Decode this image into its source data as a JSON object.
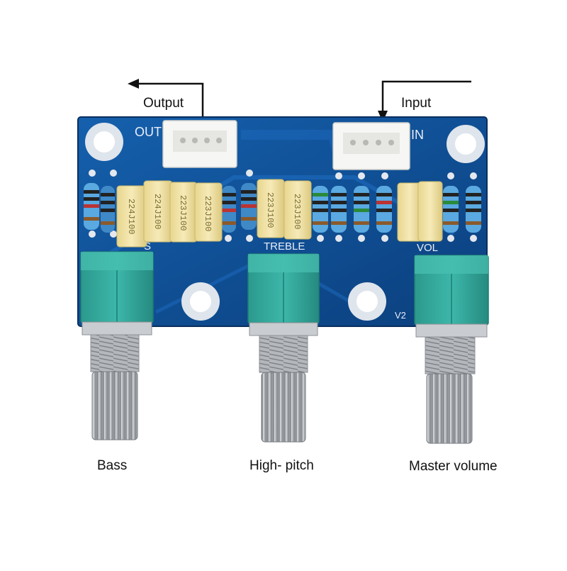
{
  "annotations": {
    "output": "Output",
    "input": "Input"
  },
  "board": {
    "silkscreen": {
      "out": "OUT",
      "in": "IN",
      "bass_partial": "S",
      "treble": "TREBLE",
      "vol": "VOL",
      "version": "V2"
    },
    "capacitor_codes": [
      "224J100",
      "224J100",
      "223J100",
      "223J100",
      "223J100",
      "223J100"
    ]
  },
  "knob_labels": {
    "bass": "Bass",
    "high_pitch": "High- pitch",
    "master_volume": "Master volume"
  },
  "colors": {
    "pcb_blue": "#0f4f96",
    "pot_green": "#33a79b",
    "capacitor_yellow": "#f2e3a3",
    "connector_white": "#f6f6f4",
    "shaft_silver": "#b9bcc0"
  }
}
